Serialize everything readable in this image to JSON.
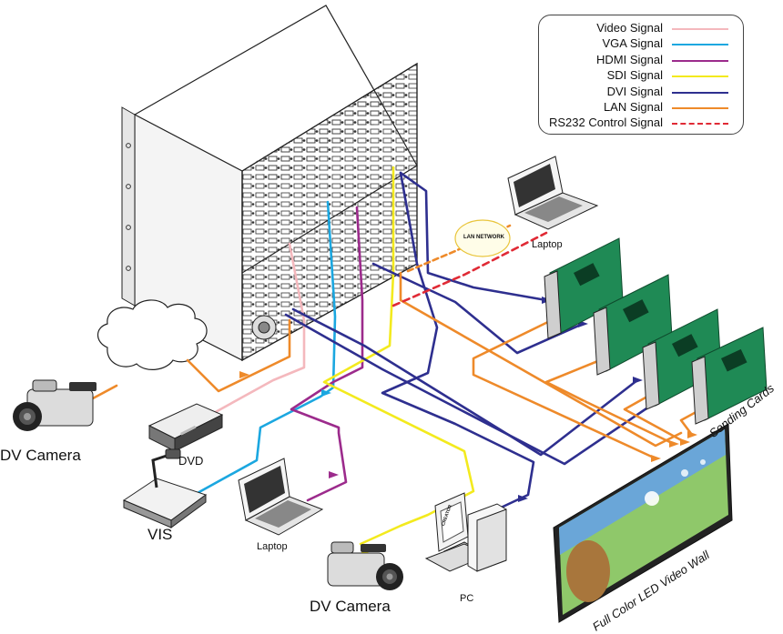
{
  "legend": {
    "items": [
      {
        "label": "Video Signal",
        "color": "#f4b8bd",
        "style": "solid"
      },
      {
        "label": "VGA Signal",
        "color": "#1ba7e0",
        "style": "solid"
      },
      {
        "label": "HDMI Signal",
        "color": "#9c2b8c",
        "style": "solid"
      },
      {
        "label": "SDI Signal",
        "color": "#f3ea1e",
        "style": "solid"
      },
      {
        "label": "DVI Signal",
        "color": "#2e2f8f",
        "style": "solid"
      },
      {
        "label": "LAN Signal",
        "color": "#ee8a2a",
        "style": "solid"
      },
      {
        "label": "RS232 Control Signal",
        "color": "#e02a35",
        "style": "dashed"
      }
    ]
  },
  "labels": {
    "dv_camera_left": "DV Camera",
    "dvd": "DVD",
    "vis": "VIS",
    "laptop_bottom": "Laptop",
    "dv_camera_bottom": "DV Camera",
    "pc": "PC",
    "laptop_top": "Laptop",
    "lan_network": "LAN NETWORK",
    "sending_cards": "Sending Cards",
    "video_wall": "Full Color LED Video Wall",
    "pc_brand": "CREATOR"
  }
}
